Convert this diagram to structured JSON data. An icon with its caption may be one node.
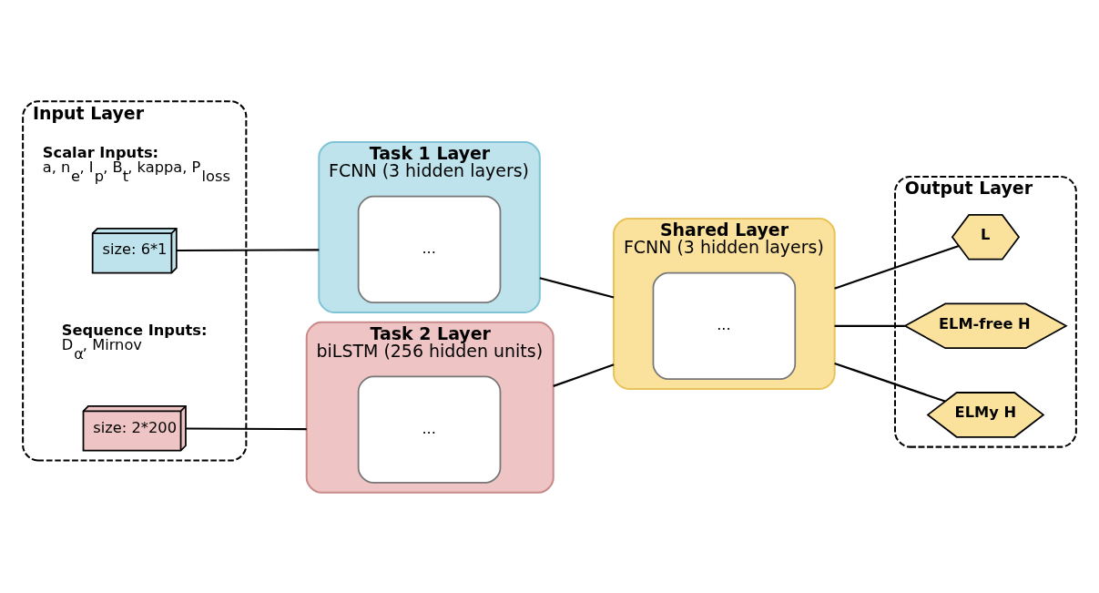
{
  "diagram": {
    "nodes": [
      {
        "text": [
          "Input Layer"
        ]
      },
      {
        "text": [
          "size: 6*1"
        ],
        "in": 0,
        "beside": [
          "Scalar Inputs:",
          "a, n$_{e}$, I$_{p}$, B$_{t}$, kappa, P$_{loss}$"
        ]
      },
      {
        "text": [
          "size: 2*200"
        ],
        "in": 0,
        "beside": [
          "Sequence Inputs:",
          "D$_{α}$, Mirnov"
        ]
      },
      {
        "text": [
          "Task 1 Layer",
          "FCNN (3 hidden layers)"
        ]
      },
      {
        "text": [
          "..."
        ],
        "in": 3
      },
      {
        "text": [
          "Task 2 Layer",
          "biLSTM (256 hidden units)"
        ]
      },
      {
        "text": [
          "..."
        ],
        "in": 5
      },
      {
        "text": [
          "Shared Layer",
          "FCNN (3 hidden layers)"
        ]
      },
      {
        "text": [
          "..."
        ],
        "in": 7
      },
      {
        "text": [
          "Output Layer"
        ]
      },
      {
        "text": [
          "L"
        ],
        "in": 9
      },
      {
        "text": [
          "ELM-free H"
        ],
        "in": 9
      },
      {
        "text": [
          "ELMy H"
        ],
        "in": 9
      }
    ],
    "edges": [
      {
        "from": 1,
        "to": 3,
        "arrow": "none"
      },
      {
        "from": 2,
        "to": 5,
        "arrow": "none"
      },
      {
        "from": 3,
        "to": 7,
        "arrow": "none"
      },
      {
        "from": 5,
        "to": 7,
        "arrow": "none"
      },
      {
        "from": 7,
        "to": 10,
        "arrow": "none"
      },
      {
        "from": 7,
        "to": 11,
        "arrow": "none"
      },
      {
        "from": 7,
        "to": 12,
        "arrow": "none"
      }
    ]
  }
}
